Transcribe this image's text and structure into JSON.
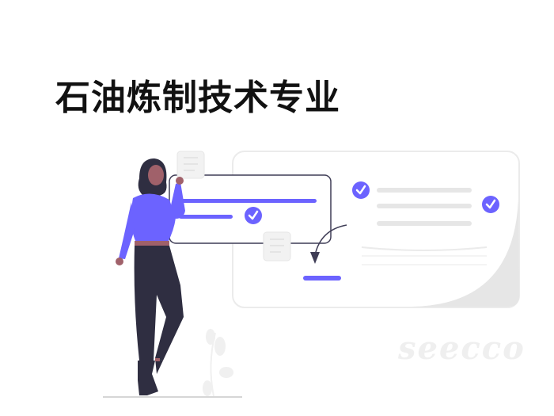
{
  "title": "石油炼制技术专业",
  "watermark": "seecco",
  "illustration": {
    "description": "Woman standing beside checklist cards with check marks and arrow",
    "colors": {
      "accent": "#6c63ff",
      "dark": "#2f2e41",
      "skin": "#a0616a",
      "card_border": "#3f3d56",
      "light_gray": "#e6e6e6"
    },
    "icons": [
      "check-icon",
      "check-icon",
      "check-icon",
      "arrow-icon",
      "note-icon",
      "note-icon",
      "plant-icon"
    ]
  }
}
